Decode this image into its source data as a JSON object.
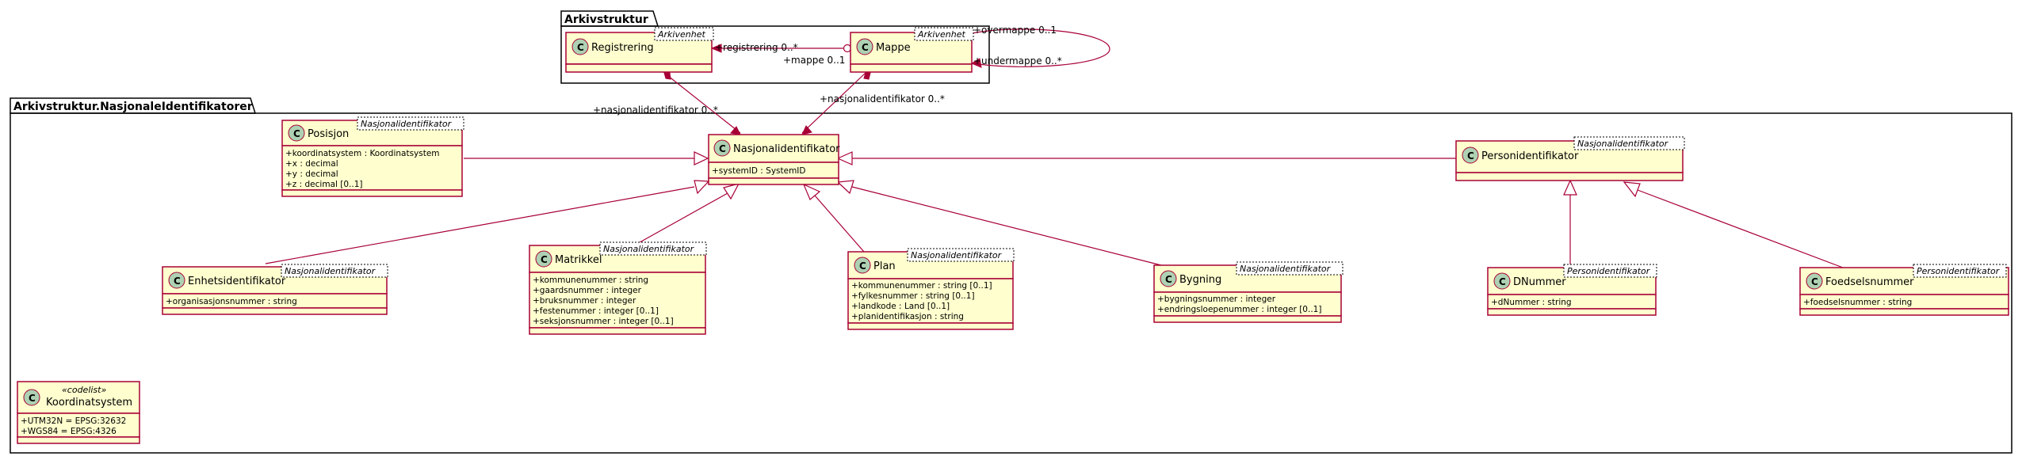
{
  "packages": {
    "top": {
      "title": "Arkivstruktur"
    },
    "main": {
      "title": "Arkivstruktur.NasjonaleIdentifikatorer"
    }
  },
  "class_icon": "C",
  "classes": {
    "registrering": {
      "name": "Registrering",
      "template": "Arkivenhet",
      "attributes": []
    },
    "mappe": {
      "name": "Mappe",
      "template": "Arkivenhet",
      "attributes": []
    },
    "nasjonalidentifikator": {
      "name": "Nasjonalidentifikator",
      "template": "",
      "attributes": [
        "+systemID : SystemID"
      ]
    },
    "posisjon": {
      "name": "Posisjon",
      "template": "Nasjonalidentifikator",
      "attributes": [
        "+koordinatsystem : Koordinatsystem",
        "+x : decimal",
        "+y : decimal",
        "+z : decimal [0..1]"
      ]
    },
    "personidentifikator": {
      "name": "Personidentifikator",
      "template": "Nasjonalidentifikator",
      "attributes": []
    },
    "enhetsidentifikator": {
      "name": "Enhetsidentifikator",
      "template": "Nasjonalidentifikator",
      "attributes": [
        "+organisasjonsnummer : string"
      ]
    },
    "matrikkel": {
      "name": "Matrikkel",
      "template": "Nasjonalidentifikator",
      "attributes": [
        "+kommunenummer : string",
        "+gaardsnummer : integer",
        "+bruksnummer : integer",
        "+festenummer : integer [0..1]",
        "+seksjonsnummer : integer [0..1]"
      ]
    },
    "plan": {
      "name": "Plan",
      "template": "Nasjonalidentifikator",
      "attributes": [
        "+kommunenummer : string [0..1]",
        "+fylkesnummer : string [0..1]",
        "+landkode : Land [0..1]",
        "+planidentifikasjon : string"
      ]
    },
    "bygning": {
      "name": "Bygning",
      "template": "Nasjonalidentifikator",
      "attributes": [
        "+bygningsnummer : integer",
        "+endringsloepenummer : integer [0..1]"
      ]
    },
    "dnummer": {
      "name": "DNummer",
      "template": "Personidentifikator",
      "attributes": [
        "+dNummer : string"
      ]
    },
    "foedselsnummer": {
      "name": "Foedselsnummer",
      "template": "Personidentifikator",
      "attributes": [
        "+foedselsnummer : string"
      ]
    },
    "koordinatsystem": {
      "name": "Koordinatsystem",
      "stereotype": "«codelist»",
      "attributes": [
        "+UTM32N = EPSG:32632",
        "+WGS84 = EPSG:4326"
      ]
    }
  },
  "labels": {
    "registrering_role": "+registrering 0..*",
    "mappe_role": "+mappe 0..1",
    "overmappe": "+overmappe 0..1",
    "undermappe": "+undermappe 0..*",
    "nasj_left": "+nasjonalidentifikator 0..*",
    "nasj_right": "+nasjonalidentifikator 0..*"
  },
  "colors": {
    "class_fill": "#FEFECE",
    "class_border": "#A80036",
    "icon_fill": "#ADD1B2"
  }
}
